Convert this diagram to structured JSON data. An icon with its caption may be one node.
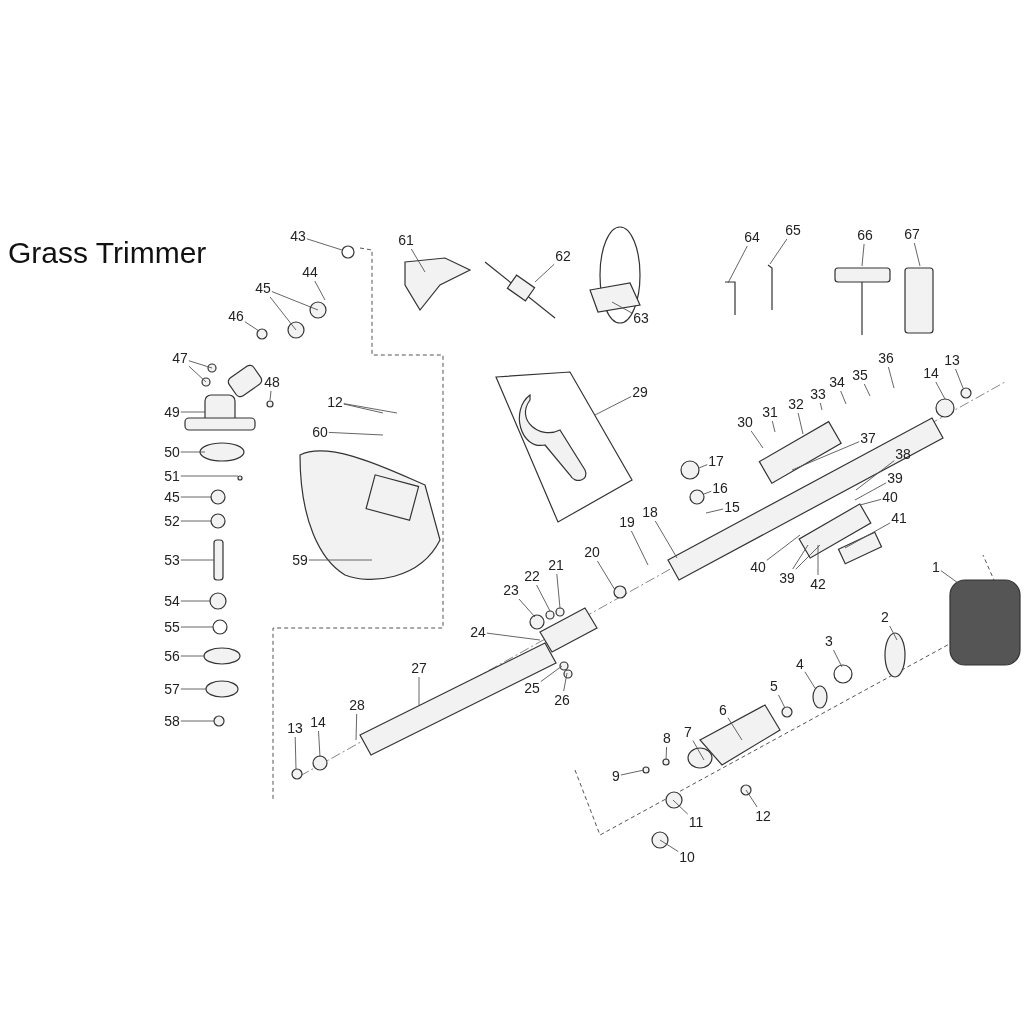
{
  "diagram": {
    "title": "Grass Trimmer",
    "nodes": [
      {
        "text": [
          "43"
        ]
      },
      {
        "text": [
          "44"
        ]
      },
      {
        "text": [
          "45"
        ]
      },
      {
        "text": [
          "46"
        ]
      },
      {
        "text": [
          "47"
        ]
      },
      {
        "text": [
          "48"
        ]
      },
      {
        "text": [
          "49"
        ]
      },
      {
        "text": [
          "50"
        ]
      },
      {
        "text": [
          "51"
        ]
      },
      {
        "text": [
          "45"
        ]
      },
      {
        "text": [
          "52"
        ]
      },
      {
        "text": [
          "53"
        ]
      },
      {
        "text": [
          "54"
        ]
      },
      {
        "text": [
          "55"
        ]
      },
      {
        "text": [
          "56"
        ]
      },
      {
        "text": [
          "57"
        ]
      },
      {
        "text": [
          "58"
        ]
      },
      {
        "text": [
          "12"
        ]
      },
      {
        "text": [
          "60"
        ]
      },
      {
        "text": [
          "59"
        ]
      },
      {
        "text": [
          "61"
        ]
      },
      {
        "text": [
          "62"
        ]
      },
      {
        "text": [
          "63"
        ]
      },
      {
        "text": [
          "64"
        ]
      },
      {
        "text": [
          "65"
        ]
      },
      {
        "text": [
          "66"
        ]
      },
      {
        "text": [
          "67"
        ]
      },
      {
        "text": [
          "29"
        ]
      },
      {
        "text": [
          "30"
        ]
      },
      {
        "text": [
          "31"
        ]
      },
      {
        "text": [
          "32"
        ]
      },
      {
        "text": [
          "33"
        ]
      },
      {
        "text": [
          "34"
        ]
      },
      {
        "text": [
          "35"
        ]
      },
      {
        "text": [
          "36"
        ]
      },
      {
        "text": [
          "14"
        ]
      },
      {
        "text": [
          "13"
        ]
      },
      {
        "text": [
          "37"
        ]
      },
      {
        "text": [
          "17"
        ]
      },
      {
        "text": [
          "16"
        ]
      },
      {
        "text": [
          "15"
        ]
      },
      {
        "text": [
          "38"
        ]
      },
      {
        "text": [
          "39"
        ]
      },
      {
        "text": [
          "40"
        ]
      },
      {
        "text": [
          "41"
        ]
      },
      {
        "text": [
          "40"
        ]
      },
      {
        "text": [
          "39"
        ]
      },
      {
        "text": [
          "42"
        ]
      },
      {
        "text": [
          "1"
        ]
      },
      {
        "text": [
          "18"
        ]
      },
      {
        "text": [
          "19"
        ]
      },
      {
        "text": [
          "20"
        ]
      },
      {
        "text": [
          "21"
        ]
      },
      {
        "text": [
          "22"
        ]
      },
      {
        "text": [
          "23"
        ]
      },
      {
        "text": [
          "24"
        ]
      },
      {
        "text": [
          "25"
        ]
      },
      {
        "text": [
          "26"
        ]
      },
      {
        "text": [
          "27"
        ]
      },
      {
        "text": [
          "28"
        ]
      },
      {
        "text": [
          "13"
        ]
      },
      {
        "text": [
          "14"
        ]
      },
      {
        "text": [
          "2"
        ]
      },
      {
        "text": [
          "3"
        ]
      },
      {
        "text": [
          "4"
        ]
      },
      {
        "text": [
          "5"
        ]
      },
      {
        "text": [
          "6"
        ]
      },
      {
        "text": [
          "7"
        ]
      },
      {
        "text": [
          "8"
        ]
      },
      {
        "text": [
          "9"
        ]
      },
      {
        "text": [
          "11"
        ]
      },
      {
        "text": [
          "10"
        ]
      },
      {
        "text": [
          "12"
        ]
      }
    ],
    "edges": [
      {
        "from": 0,
        "to": null,
        "arrow": "none"
      },
      {
        "from": 1,
        "to": null,
        "arrow": "none"
      },
      {
        "from": 2,
        "to": null,
        "arrow": "none"
      },
      {
        "from": 2,
        "to": null,
        "arrow": "none"
      },
      {
        "from": 3,
        "to": null,
        "arrow": "none"
      },
      {
        "from": 4,
        "to": null,
        "arrow": "none"
      },
      {
        "from": 4,
        "to": null,
        "arrow": "none"
      },
      {
        "from": 5,
        "to": null,
        "arrow": "none"
      },
      {
        "from": 6,
        "to": null,
        "arrow": "none"
      },
      {
        "from": 7,
        "to": null,
        "arrow": "none"
      },
      {
        "from": 8,
        "to": null,
        "arrow": "none"
      },
      {
        "from": 9,
        "to": null,
        "arrow": "none"
      },
      {
        "from": 10,
        "to": null,
        "arrow": "none"
      },
      {
        "from": 11,
        "to": null,
        "arrow": "none"
      },
      {
        "from": 12,
        "to": null,
        "arrow": "none"
      },
      {
        "from": 13,
        "to": null,
        "arrow": "none"
      },
      {
        "from": 14,
        "to": null,
        "arrow": "none"
      },
      {
        "from": 15,
        "to": null,
        "arrow": "none"
      },
      {
        "from": 16,
        "to": null,
        "arrow": "none"
      },
      {
        "from": 17,
        "to": null,
        "arrow": "none"
      },
      {
        "from": 17,
        "to": null,
        "arrow": "none"
      },
      {
        "from": 18,
        "to": null,
        "arrow": "none"
      },
      {
        "from": 19,
        "to": null,
        "arrow": "none"
      },
      {
        "from": 20,
        "to": null,
        "arrow": "none"
      },
      {
        "from": 21,
        "to": null,
        "arrow": "none"
      },
      {
        "from": 22,
        "to": null,
        "arrow": "none"
      },
      {
        "from": 23,
        "to": null,
        "arrow": "none"
      },
      {
        "from": 24,
        "to": null,
        "arrow": "none"
      },
      {
        "from": 25,
        "to": null,
        "arrow": "none"
      },
      {
        "from": 26,
        "to": null,
        "arrow": "none"
      },
      {
        "from": 27,
        "to": null,
        "arrow": "none"
      },
      {
        "from": 28,
        "to": null,
        "arrow": "none"
      },
      {
        "from": 29,
        "to": null,
        "arrow": "none"
      },
      {
        "from": 30,
        "to": null,
        "arrow": "none"
      },
      {
        "from": 31,
        "to": null,
        "arrow": "none"
      },
      {
        "from": 32,
        "to": null,
        "arrow": "none"
      },
      {
        "from": 33,
        "to": null,
        "arrow": "none"
      },
      {
        "from": 34,
        "to": null,
        "arrow": "none"
      },
      {
        "from": 35,
        "to": null,
        "arrow": "none"
      },
      {
        "from": 36,
        "to": null,
        "arrow": "none"
      },
      {
        "from": 37,
        "to": null,
        "arrow": "none"
      },
      {
        "from": 38,
        "to": null,
        "arrow": "none"
      },
      {
        "from": 39,
        "to": null,
        "arrow": "none"
      },
      {
        "from": 40,
        "to": null,
        "arrow": "none"
      },
      {
        "from": 41,
        "to": null,
        "arrow": "none"
      },
      {
        "from": 42,
        "to": null,
        "arrow": "none"
      },
      {
        "from": 43,
        "to": null,
        "arrow": "none"
      },
      {
        "from": 44,
        "to": null,
        "arrow": "none"
      },
      {
        "from": 45,
        "to": null,
        "arrow": "none"
      },
      {
        "from": 46,
        "to": null,
        "arrow": "none"
      },
      {
        "from": 46,
        "to": null,
        "arrow": "none"
      },
      {
        "from": 47,
        "to": null,
        "arrow": "none"
      },
      {
        "from": 48,
        "to": null,
        "arrow": "none"
      },
      {
        "from": 49,
        "to": null,
        "arrow": "none"
      },
      {
        "from": 50,
        "to": null,
        "arrow": "none"
      },
      {
        "from": 51,
        "to": null,
        "arrow": "none"
      },
      {
        "from": 52,
        "to": null,
        "arrow": "none"
      },
      {
        "from": 53,
        "to": null,
        "arrow": "none"
      },
      {
        "from": 54,
        "to": null,
        "arrow": "none"
      },
      {
        "from": 55,
        "to": null,
        "arrow": "none"
      },
      {
        "from": 56,
        "to": null,
        "arrow": "none"
      },
      {
        "from": 57,
        "to": null,
        "arrow": "none"
      },
      {
        "from": 58,
        "to": null,
        "arrow": "none"
      },
      {
        "from": 59,
        "to": null,
        "arrow": "none"
      },
      {
        "from": 60,
        "to": null,
        "arrow": "none"
      },
      {
        "from": 61,
        "to": null,
        "arrow": "none"
      },
      {
        "from": 62,
        "to": null,
        "arrow": "none"
      },
      {
        "from": 63,
        "to": null,
        "arrow": "none"
      },
      {
        "from": 64,
        "to": null,
        "arrow": "none"
      },
      {
        "from": 65,
        "to": null,
        "arrow": "none"
      },
      {
        "from": 66,
        "to": null,
        "arrow": "none"
      },
      {
        "from": 67,
        "to": null,
        "arrow": "none"
      },
      {
        "from": 68,
        "to": null,
        "arrow": "none"
      },
      {
        "from": 69,
        "to": null,
        "arrow": "none"
      },
      {
        "from": 70,
        "to": null,
        "arrow": "none"
      },
      {
        "from": 71,
        "to": null,
        "arrow": "none"
      },
      {
        "from": 72,
        "to": null,
        "arrow": "none"
      }
    ]
  }
}
